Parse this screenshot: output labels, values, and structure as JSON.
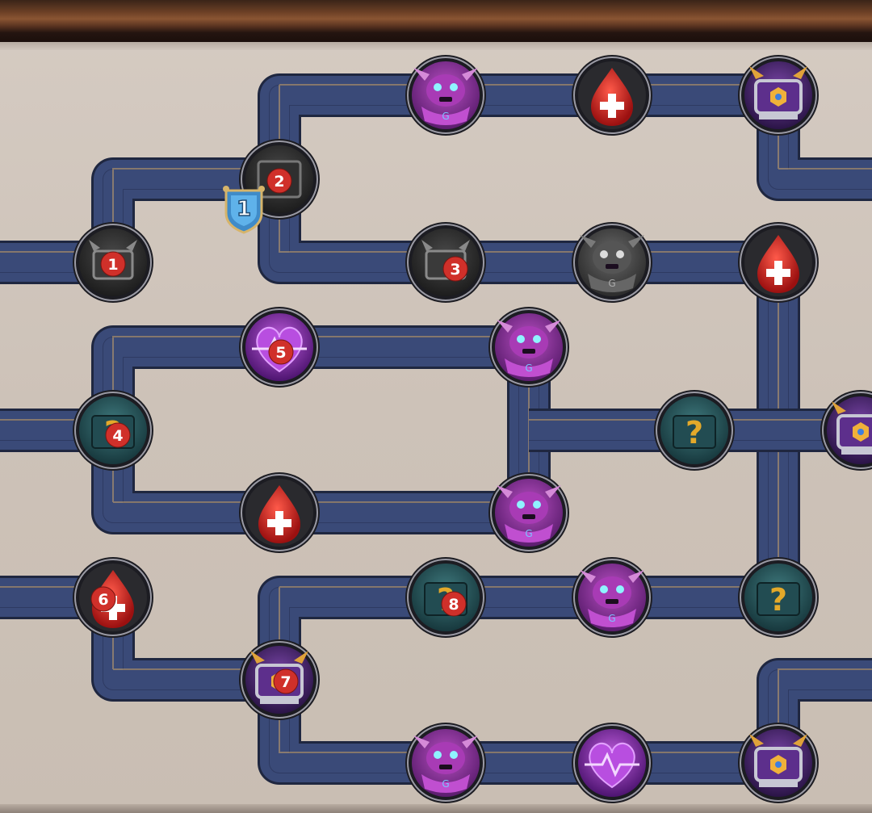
{
  "screen": {
    "name": "dungeon-path-map"
  },
  "player_marker": {
    "level": "1",
    "icon": "shield-banner-icon",
    "color": "#4a9fd8"
  },
  "colors": {
    "path": "#3a4a78",
    "path_trim": "#c9a36a",
    "node_ring": "#2b2f3a",
    "badge": "#d0302a"
  },
  "nodes": [
    {
      "id": "n-start-lock-1",
      "kind": "locked-chest",
      "icon": "chest-silhouette-icon",
      "badge": "1"
    },
    {
      "id": "n-lock-2",
      "kind": "locked-vault",
      "icon": "safe-icon",
      "badge": "2"
    },
    {
      "id": "n-lock-3",
      "kind": "locked-chest",
      "icon": "chest-silhouette-icon",
      "badge": "3"
    },
    {
      "id": "n-goblin-gray",
      "kind": "goblin-locked",
      "icon": "goblin-icon",
      "badge": ""
    },
    {
      "id": "n-heal-r1",
      "kind": "heal",
      "icon": "blood-drop-plus-icon",
      "badge": ""
    },
    {
      "id": "n-goblin-top",
      "kind": "goblin",
      "icon": "goblin-icon",
      "badge": ""
    },
    {
      "id": "n-heal-top",
      "kind": "heal",
      "icon": "blood-drop-plus-icon",
      "badge": ""
    },
    {
      "id": "n-chest-top",
      "kind": "treasure-chest",
      "icon": "horned-chest-icon",
      "badge": ""
    },
    {
      "id": "n-heart-5",
      "kind": "heart",
      "icon": "heartbeat-icon",
      "badge": "5"
    },
    {
      "id": "n-goblin-mid1",
      "kind": "goblin",
      "icon": "goblin-icon",
      "badge": ""
    },
    {
      "id": "n-mystery-4",
      "kind": "mystery",
      "icon": "question-chest-icon",
      "badge": "4"
    },
    {
      "id": "n-mystery-mid",
      "kind": "mystery",
      "icon": "question-chest-icon",
      "badge": ""
    },
    {
      "id": "n-chest-right",
      "kind": "treasure-chest",
      "icon": "horned-chest-icon",
      "badge": ""
    },
    {
      "id": "n-heal-mid",
      "kind": "heal",
      "icon": "blood-drop-plus-icon",
      "badge": ""
    },
    {
      "id": "n-goblin-mid2",
      "kind": "goblin",
      "icon": "goblin-icon",
      "badge": ""
    },
    {
      "id": "n-heal-6",
      "kind": "heal",
      "icon": "blood-drop-plus-icon",
      "badge": "6"
    },
    {
      "id": "n-mystery-8",
      "kind": "mystery",
      "icon": "question-chest-icon",
      "badge": "8"
    },
    {
      "id": "n-goblin-low",
      "kind": "goblin",
      "icon": "goblin-icon",
      "badge": ""
    },
    {
      "id": "n-mystery-low",
      "kind": "mystery",
      "icon": "question-chest-icon",
      "badge": ""
    },
    {
      "id": "n-chest-7",
      "kind": "treasure-chest",
      "icon": "horned-chest-icon",
      "badge": "7"
    },
    {
      "id": "n-goblin-bot",
      "kind": "goblin",
      "icon": "goblin-icon",
      "badge": ""
    },
    {
      "id": "n-heart-bot",
      "kind": "heart",
      "icon": "heartbeat-icon",
      "badge": ""
    },
    {
      "id": "n-chest-bot",
      "kind": "treasure-chest",
      "icon": "horned-chest-icon",
      "badge": ""
    }
  ]
}
